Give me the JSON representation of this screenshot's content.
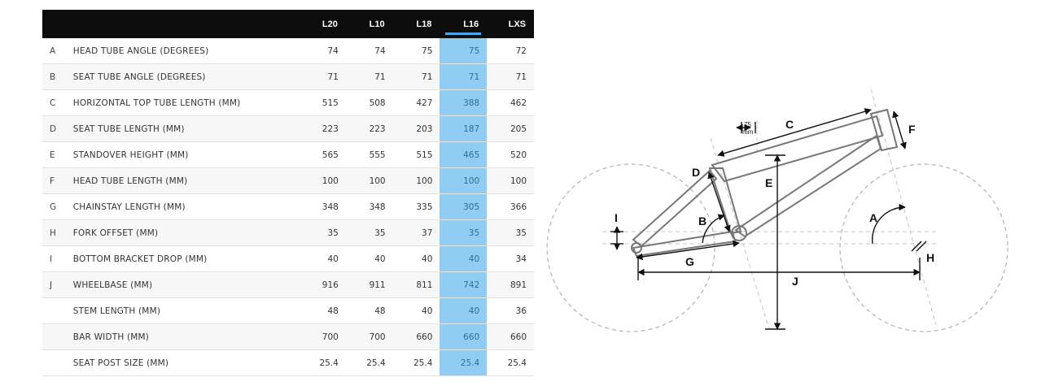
{
  "table": {
    "columns": [
      "L20",
      "L10",
      "L18",
      "L16",
      "LXS"
    ],
    "highlight_column": "L16",
    "highlight_color": "#8fcdf3",
    "rows": [
      {
        "letter": "A",
        "label": "HEAD TUBE ANGLE (DEGREES)",
        "values": [
          "74",
          "74",
          "75",
          "75",
          "72"
        ]
      },
      {
        "letter": "B",
        "label": "SEAT TUBE ANGLE (DEGREES)",
        "values": [
          "71",
          "71",
          "71",
          "71",
          "71"
        ]
      },
      {
        "letter": "C",
        "label": "HORIZONTAL TOP TUBE LENGTH (MM)",
        "values": [
          "515",
          "508",
          "427",
          "388",
          "462"
        ]
      },
      {
        "letter": "D",
        "label": "SEAT TUBE LENGTH (MM)",
        "values": [
          "223",
          "223",
          "203",
          "187",
          "205"
        ]
      },
      {
        "letter": "E",
        "label": "STANDOVER HEIGHT (MM)",
        "values": [
          "565",
          "555",
          "515",
          "465",
          "520"
        ]
      },
      {
        "letter": "F",
        "label": "HEAD TUBE LENGTH (MM)",
        "values": [
          "100",
          "100",
          "100",
          "100",
          "100"
        ]
      },
      {
        "letter": "G",
        "label": "CHAINSTAY LENGTH (MM)",
        "values": [
          "348",
          "348",
          "335",
          "305",
          "366"
        ]
      },
      {
        "letter": "H",
        "label": "FORK OFFSET (MM)",
        "values": [
          "35",
          "35",
          "37",
          "35",
          "35"
        ]
      },
      {
        "letter": "I",
        "label": "BOTTOM BRACKET DROP (MM)",
        "values": [
          "40",
          "40",
          "40",
          "40",
          "34"
        ]
      },
      {
        "letter": "J",
        "label": "WHEELBASE (MM)",
        "values": [
          "916",
          "911",
          "811",
          "742",
          "891"
        ]
      },
      {
        "letter": "",
        "label": "STEM LENGTH (MM)",
        "values": [
          "48",
          "48",
          "40",
          "40",
          "36"
        ]
      },
      {
        "letter": "",
        "label": "BAR WIDTH (MM)",
        "values": [
          "700",
          "700",
          "660",
          "660",
          "660"
        ]
      },
      {
        "letter": "",
        "label": "SEAT POST SIZE (MM)",
        "values": [
          "25.4",
          "25.4",
          "25.4",
          "25.4",
          "25.4"
        ]
      }
    ]
  },
  "diagram": {
    "labels": {
      "a": "A",
      "b": "B",
      "c": "C",
      "d": "D",
      "e": "E",
      "f": "F",
      "g": "G",
      "h": "H",
      "i": "I",
      "j": "J"
    },
    "offset_value": "75",
    "offset_unit": "mm"
  }
}
